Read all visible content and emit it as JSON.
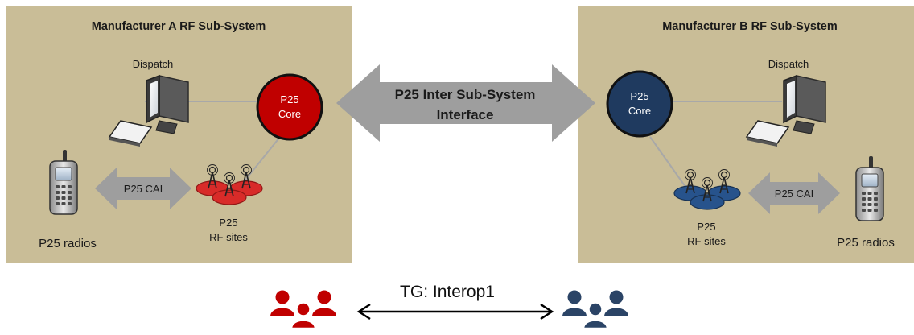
{
  "left_subsystem": {
    "title": "Manufacturer A RF Sub-System",
    "dispatch_label": "Dispatch",
    "core_label_line1": "P25",
    "core_label_line2": "Core",
    "cai_label": "P25 CAI",
    "rf_sites_line1": "P25",
    "rf_sites_line2": "RF sites",
    "radios_label": "P25 radios",
    "core_color": "#c00000",
    "sites_color": "#d92424"
  },
  "right_subsystem": {
    "title": "Manufacturer B RF Sub-System",
    "dispatch_label": "Dispatch",
    "core_label_line1": "P25",
    "core_label_line2": "Core",
    "cai_label": "P25 CAI",
    "rf_sites_line1": "P25",
    "rf_sites_line2": "RF sites",
    "radios_label": "P25 radios",
    "core_color": "#1f3a5f",
    "sites_color": "#1f4e8c"
  },
  "issi": {
    "label_line1": "P25 Inter Sub-System",
    "label_line2": "Interface"
  },
  "talkgroup": {
    "label": "TG: Interop1",
    "group_a_color": "#c00000",
    "group_b_color": "#2b4466"
  },
  "colors": {
    "panel_bg": "#c9bd97",
    "arrow_gray": "#9e9e9e"
  }
}
